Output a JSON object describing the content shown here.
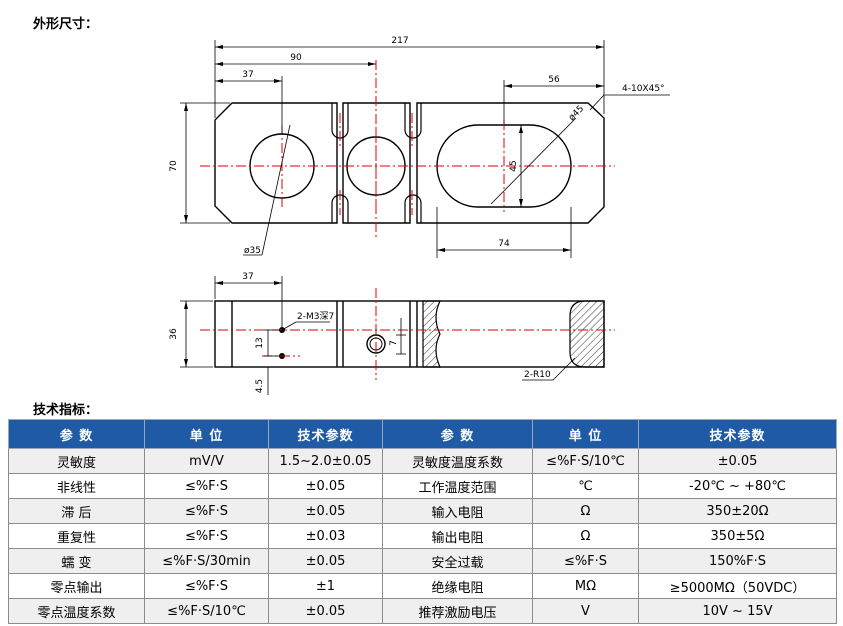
{
  "headings": {
    "dimensions": "外形尺寸：",
    "specs": "技术指标："
  },
  "drawing": {
    "top_view": {
      "dim_overall": "217",
      "dim_90": "90",
      "dim_37": "37",
      "dim_56": "56",
      "chamfer": "4-10X45°",
      "dim_height": "70",
      "dia_left": "ø35",
      "dia_slot": "ø45",
      "dim_slot_height": "45",
      "dim_slot_len": "74"
    },
    "side_view": {
      "dim_37": "37",
      "thread": "2-M3深7",
      "dim_height": "36",
      "dim_13": "13",
      "dim_7": "7",
      "dim_45": "4.5",
      "radius": "2-R10"
    },
    "colors": {
      "line": "#000000",
      "center": "#e00000"
    }
  },
  "table": {
    "headers": [
      "参 数",
      "单 位",
      "技术参数",
      "参 数",
      "单 位",
      "技术参数"
    ],
    "rows": [
      [
        "灵敏度",
        "mV/V",
        "1.5~2.0±0.05",
        "灵敏度温度系数",
        "≤%F·S/10℃",
        "±0.05"
      ],
      [
        "非线性",
        "≤%F·S",
        "±0.05",
        "工作温度范围",
        "℃",
        "-20℃ ~ +80℃"
      ],
      [
        "滞 后",
        "≤%F·S",
        "±0.05",
        "输入电阻",
        "Ω",
        "350±20Ω"
      ],
      [
        "重复性",
        "≤%F·S",
        "±0.03",
        "输出电阻",
        "Ω",
        "350±5Ω"
      ],
      [
        "蠕 变",
        "≤%F·S/30min",
        "±0.05",
        "安全过载",
        "≤%F·S",
        "150%F·S"
      ],
      [
        "零点输出",
        "≤%F·S",
        "±1",
        "绝缘电阻",
        "MΩ",
        "≥5000MΩ（50VDC）"
      ],
      [
        "零点温度系数",
        "≤%F·S/10℃",
        "±0.05",
        "推荐激励电压",
        "V",
        "10V ~ 15V"
      ]
    ],
    "header_color": "#1f5aa6"
  }
}
